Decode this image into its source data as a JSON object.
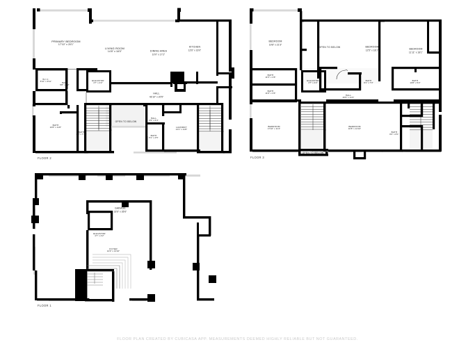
{
  "document": {
    "type": "floor-plan",
    "footer_note": "FLOOR PLAN CREATED BY CUBICASA APP. MEASUREMENTS DEEMED HIGHLY RELIABLE BUT NOT GUARANTEED.",
    "background_color": "#ffffff",
    "wall_color": "#000000",
    "text_color": "#161616",
    "footer_color": "#c9c9c9"
  },
  "floors": [
    {
      "id": "floor-2",
      "caption": "FLOOR 2",
      "rooms": [
        {
          "name": "PRIMARY BEDROOM",
          "dim": "17'10\" x 20'1\""
        },
        {
          "name": "LIVING ROOM",
          "dim": "14'8\" x 16'0\""
        },
        {
          "name": "DINING AREA",
          "dim": "10'0\" x 17'2\""
        },
        {
          "name": "KITCHEN",
          "dim": "12'6\" x 16'0\""
        },
        {
          "name": "W.I.C.",
          "dim": "5'10\" x 9'11\""
        },
        {
          "name": "HALL",
          "dim": "5'8\" x 9'2\""
        },
        {
          "name": "ELEVATOR",
          "dim": "4'7\" x 4'2\""
        },
        {
          "name": "HALL",
          "dim": "43'10\" x 20'5\""
        },
        {
          "name": "BATH",
          "dim": "10'8\" x 11'8\""
        },
        {
          "name": "BATH",
          "dim": "4'9\" x 7'11\""
        },
        {
          "name": "HALL",
          "dim": "3'3\" x 6'4\""
        },
        {
          "name": "BATH",
          "dim": "5'1\" x 4'5\""
        },
        {
          "name": "LAUNDRY",
          "dim": "13'1\" x 11'8\""
        }
      ],
      "open_to_below": [
        "OPEN TO BELOW"
      ]
    },
    {
      "id": "floor-3",
      "caption": "FLOOR 3",
      "rooms": [
        {
          "name": "BEDROOM",
          "dim": "19'8\" x 21'3\""
        },
        {
          "name": "BEDROOM",
          "dim": "12'5\" x 18'1\""
        },
        {
          "name": "BEDROOM",
          "dim": "11'11\" x 18'1\""
        },
        {
          "name": "BATH",
          "dim": "11'5\" x 4'8\""
        },
        {
          "name": "BATH",
          "dim": "11'8\" x 3'6\""
        },
        {
          "name": "ELEVATOR",
          "dim": "4'7\" x 4'2\""
        },
        {
          "name": "BATH",
          "dim": "8'1\" x 7'3\""
        },
        {
          "name": "BATH",
          "dim": "10'8\" x 5'2\""
        },
        {
          "name": "HALL",
          "dim": "40'6\" x 11'3\""
        },
        {
          "name": "BEDROOM",
          "dim": "17'10\" x 11'4\""
        },
        {
          "name": "BEDROOM",
          "dim": "10'8\" x 12'10\""
        },
        {
          "name": "BATH",
          "dim": "8'2\" x 8'1\""
        }
      ],
      "open_to_below": [
        "OPEN TO BELOW",
        "OPEN TO BELOW"
      ]
    },
    {
      "id": "floor-1",
      "caption": "FLOOR 1",
      "rooms": [
        {
          "name": "GARAGE",
          "dim": "32'6\" x 35'6\""
        },
        {
          "name": "ELEVATOR",
          "dim": "4'7\" x 4'2\""
        },
        {
          "name": "FOYER",
          "dim": "14'3\" x 13'10\""
        }
      ],
      "open_to_below": []
    }
  ]
}
